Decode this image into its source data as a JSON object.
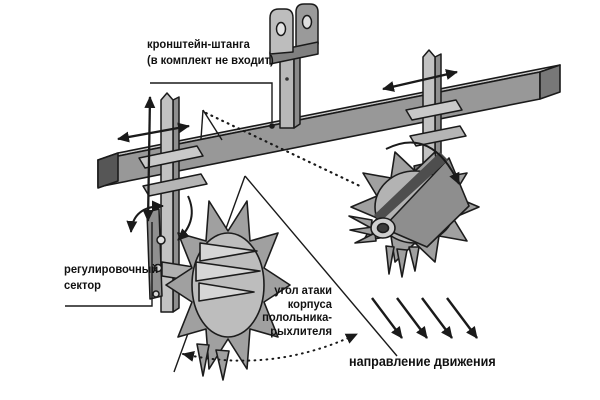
{
  "labels": {
    "bracket_arm": {
      "line1": "кронштейн-штанга",
      "line2": "(в комплект не входит)"
    },
    "adjustment_sector": {
      "line1": "регулировочный",
      "line2": "сектор"
    },
    "attack_angle": {
      "line1": "угол атаки",
      "line2": "корпуса",
      "line3": "полольника-",
      "line4": "рыхлителя"
    },
    "movement_direction": {
      "text": "направление движения"
    }
  },
  "colors": {
    "background": "#ffffff",
    "line_and_arrows": "#1a1a1a",
    "text": "#111111",
    "beam_front": "#989898",
    "beam_top": "#cdcdcd",
    "beam_end_cap": "#565656",
    "metal_light": "#c6c6c6",
    "metal_mid": "#a0a0a0",
    "metal_dark": "#6b6b6b"
  }
}
